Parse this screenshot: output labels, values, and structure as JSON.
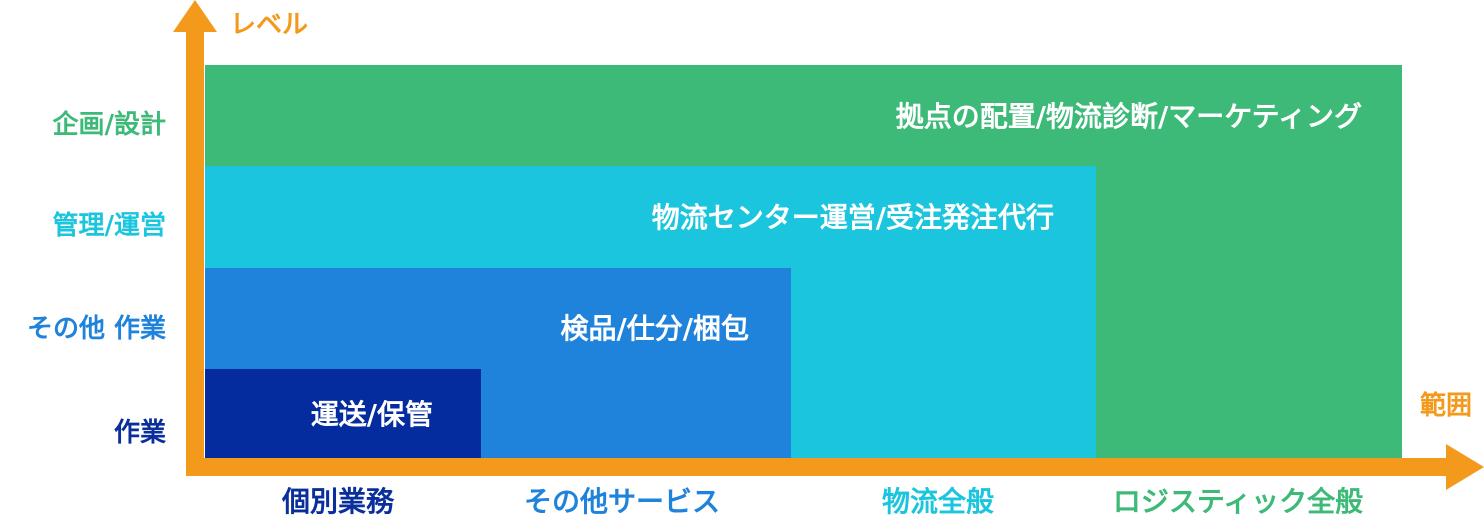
{
  "axes": {
    "y_title": "レベル",
    "x_title": "範囲"
  },
  "levels": [
    {
      "label": "作業"
    },
    {
      "label": "その他 作業"
    },
    {
      "label": "管理/運営"
    },
    {
      "label": "企画/設計"
    }
  ],
  "scopes": [
    {
      "label": "個別業務"
    },
    {
      "label": "その他サービス"
    },
    {
      "label": "物流全般"
    },
    {
      "label": "ロジスティック全般"
    }
  ],
  "blocks": [
    {
      "label": "運送/保管"
    },
    {
      "label": "検品/仕分/梱包"
    },
    {
      "label": "物流センター運営/受注発注代行"
    },
    {
      "label": "拠点の配置/物流診断/マーケティング"
    }
  ],
  "colors": {
    "axis": "#f39a1c",
    "navy": "#042c9f",
    "blue": "#1f83dc",
    "cyan": "#1bc5dd",
    "green": "#3dba78",
    "text_on_block": "#ffffff"
  }
}
